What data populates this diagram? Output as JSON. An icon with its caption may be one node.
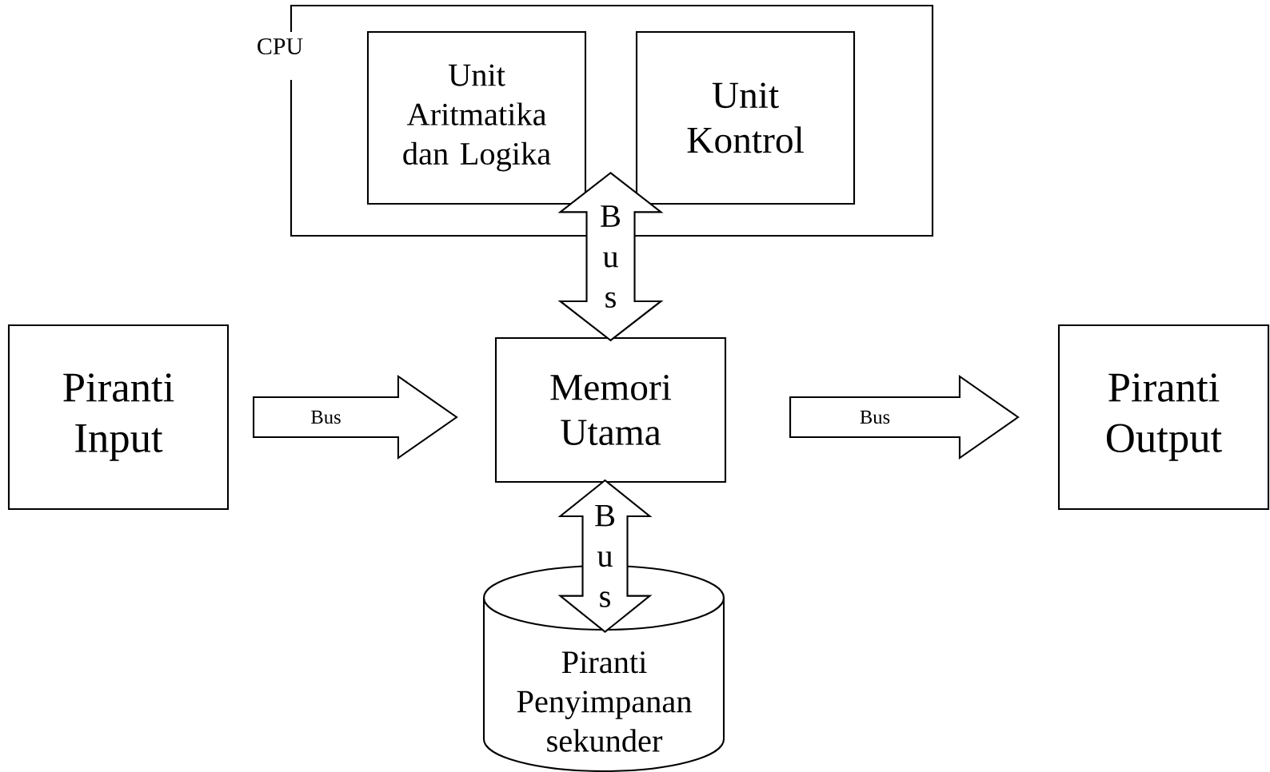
{
  "diagram": {
    "nodes": [
      {
        "text": [
          "CPU"
        ]
      },
      {
        "text": [
          "Unit Aritmatika dan Logika"
        ],
        "in": 0
      },
      {
        "text": [
          "Unit Kontrol"
        ],
        "in": 0
      },
      {
        "text": [
          "Piranti Input"
        ]
      },
      {
        "text": [
          "Memori Utama"
        ]
      },
      {
        "text": [
          "Piranti Output"
        ]
      },
      {
        "text": [
          "Piranti Penyimpanan sekunder"
        ]
      }
    ],
    "edges": [
      {
        "from": 4,
        "to": 0,
        "arrow": "both",
        "label": "Bus"
      },
      {
        "from": 3,
        "to": 4,
        "arrow": "to",
        "label": "Bus"
      },
      {
        "from": 4,
        "to": 5,
        "arrow": "to",
        "label": "Bus"
      },
      {
        "from": 4,
        "to": 6,
        "arrow": "both",
        "label": "Bus"
      }
    ]
  }
}
